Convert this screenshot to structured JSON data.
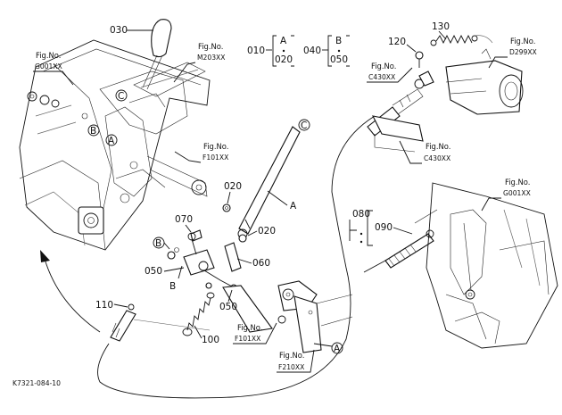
{
  "part_numbers": {
    "p010": "010",
    "p020_top": "020",
    "p020_right": "020",
    "p020_box": "020",
    "p030": "030",
    "p040": "040",
    "p050_left": "050",
    "p050_mid": "050",
    "p050_box": "050",
    "p060": "060",
    "p070": "070",
    "p080": "080",
    "p090": "090",
    "p100": "100",
    "p110": "110",
    "p120": "120",
    "p130": "130"
  },
  "group_letters": {
    "a": "A",
    "b": "B"
  },
  "callout_letters": {
    "a": "A",
    "b": "B",
    "c": "C"
  },
  "fig_refs": [
    {
      "title": "Fig.No.",
      "code": "G001XX"
    },
    {
      "title": "Fig.No.",
      "code": "M203XX"
    },
    {
      "title": "Fig.No.",
      "code": "F101XX"
    },
    {
      "title": "Fig.No.",
      "code": "C430XX"
    },
    {
      "title": "Fig.No.",
      "code": "D299XX"
    },
    {
      "title": "Fig.No.",
      "code": "C430XX"
    },
    {
      "title": "Fig.No.",
      "code": "G001XX"
    },
    {
      "title": "Fig.No.",
      "code": "F101XX"
    },
    {
      "title": "Fig.No.",
      "code": "F210XX"
    }
  ],
  "drawing_id": "K7321-084-10"
}
